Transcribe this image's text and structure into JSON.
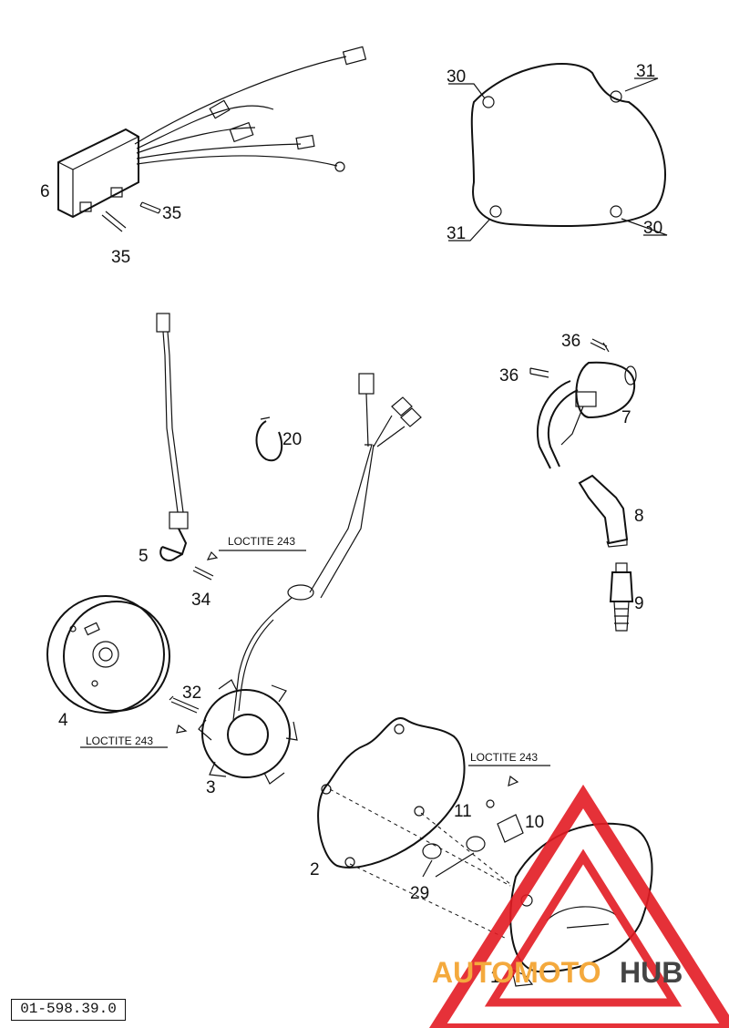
{
  "diagram": {
    "part_labels": {
      "p1": "1",
      "p2": "2",
      "p3": "3",
      "p4": "4",
      "p5": "5",
      "p6": "6",
      "p7": "7",
      "p8": "8",
      "p9": "9",
      "p10": "10",
      "p11": "11",
      "p20": "20",
      "p29": "29",
      "p30a": "30",
      "p30b": "30",
      "p31a": "31",
      "p31b": "31",
      "p32": "32",
      "p34": "34",
      "p35a": "35",
      "p35b": "35",
      "p36a": "36",
      "p36b": "36"
    },
    "loctite_notes": [
      "LOCTITE 243",
      "LOCTITE 243",
      "LOCTITE 243"
    ],
    "drawing_code": "01-598.39.0"
  },
  "watermark": {
    "brand_part1": "AUTOMOTO",
    "brand_part2": "HUB",
    "colors": {
      "accent": "#f4a93d",
      "dark": "#444444",
      "triangle": "#e31b23"
    }
  }
}
